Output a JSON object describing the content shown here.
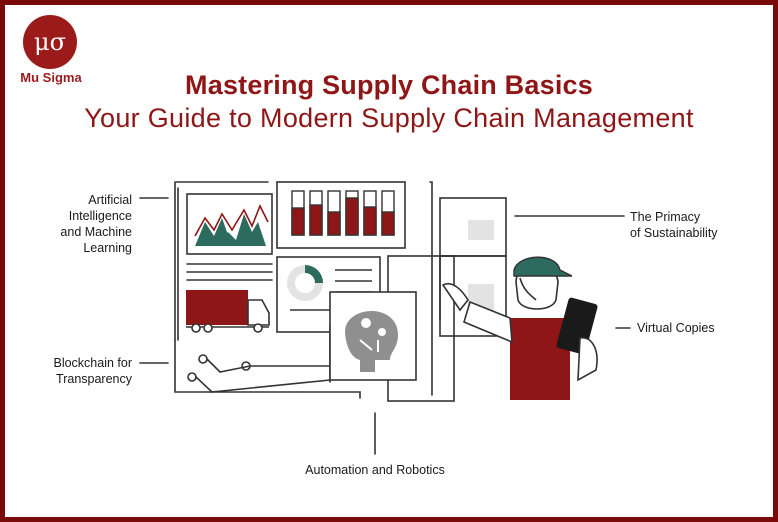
{
  "brand": {
    "name": "Mu Sigma",
    "logo_glyph": "μσ",
    "color": "#9b1b1b"
  },
  "heading": {
    "title": "Mastering Supply Chain Basics",
    "subtitle": "Your Guide to Modern Supply Chain Management"
  },
  "labels": {
    "ai_ml": "Artificial\nIntelligence\nand Machine\nLearning",
    "blockchain": "Blockchain for\nTransparency",
    "automation": "Automation and Robotics",
    "sustainability": "The Primacy\nof Sustainability",
    "virtual_copies": "Virtual Copies"
  },
  "colors": {
    "accent": "#8e1616",
    "dark_accent": "#7a0a0a",
    "teal": "#2e6b5f",
    "gray": "#e3e3e3",
    "line": "#333333"
  }
}
